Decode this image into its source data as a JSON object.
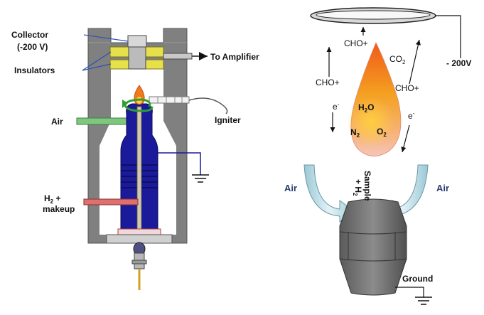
{
  "left": {
    "collector_label": "Collector",
    "collector_voltage": "(-200 V)",
    "insulators_label": "Insulators",
    "amplifier_label": "To Amplifier",
    "igniter_label": "Igniter",
    "air_label": "Air",
    "h2_label": "H",
    "h2_sub": "2",
    "h2_plus": " +",
    "makeup_label": "makeup"
  },
  "right": {
    "voltage_label": "- 200V",
    "ion_label": "CHO+",
    "co2_label": "CO",
    "co2_sub": "2",
    "electron_label": "e",
    "electron_sup": "-",
    "h2o_label": "H",
    "h2o_sub": "2",
    "h2o_tail": "O",
    "n2_label": "N",
    "n2_sub": "2",
    "o2_label": "O",
    "o2_sub": "2",
    "sample_label": "Sample",
    "sample_h2": "+ H",
    "sample_h2_sub": "2",
    "air_label": "Air",
    "ground_label": "Ground"
  },
  "colors": {
    "body_gray": "#808080",
    "jet_blue": "#1a1a9a",
    "insulator_yellow": "#e6e04a",
    "air_tube_green": "#7ec87e",
    "h2_tube_red": "#e07070",
    "collector_ring": "#d8d8d8",
    "air_arrow": "#bfe0ea",
    "detector_gray": "#6e6e6e"
  }
}
